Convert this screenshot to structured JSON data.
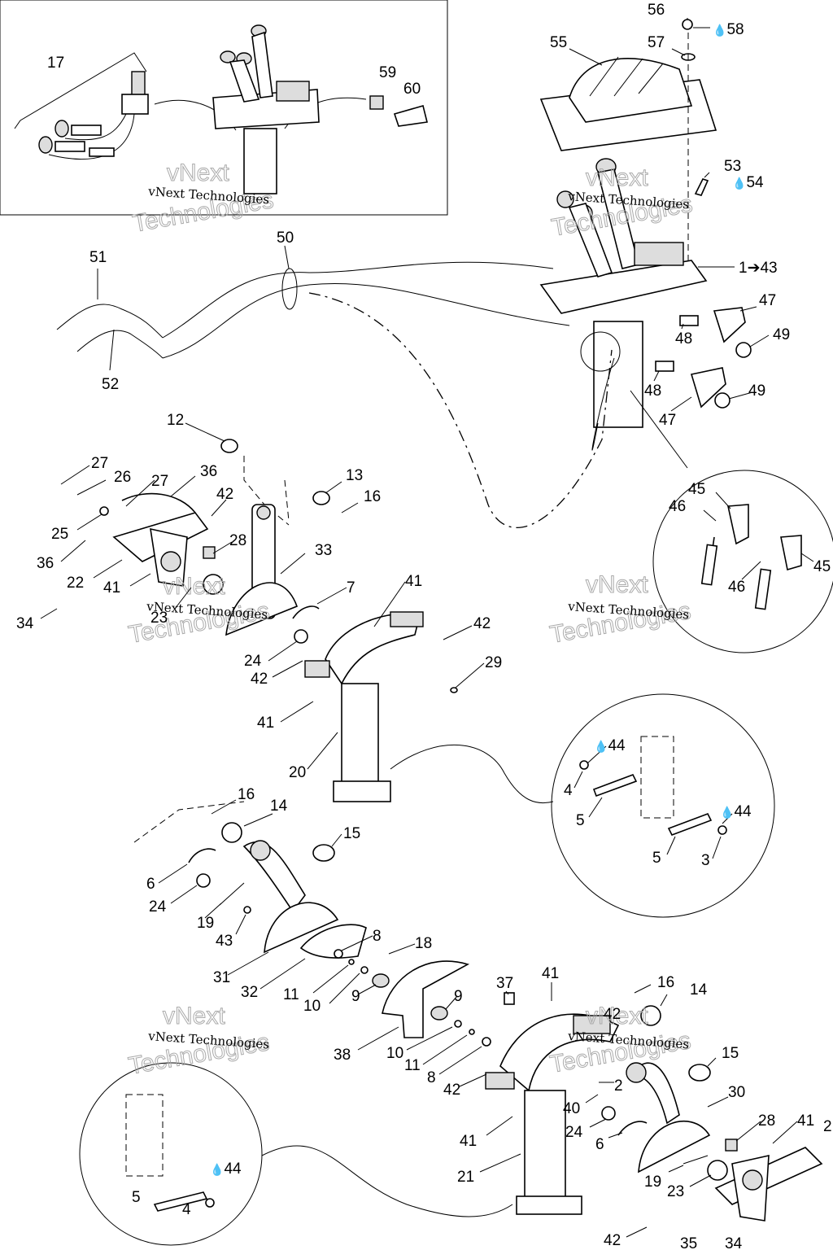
{
  "watermark": {
    "line1": "vNext Technologies",
    "line2": "vNext",
    "line3": "Technologies"
  },
  "callouts": [
    {
      "id": "c17",
      "text": "17"
    },
    {
      "id": "c59",
      "text": "59"
    },
    {
      "id": "c60",
      "text": "60"
    },
    {
      "id": "c56",
      "text": "56"
    },
    {
      "id": "c58",
      "text": "58"
    },
    {
      "id": "c55",
      "text": "55"
    },
    {
      "id": "c57",
      "text": "57"
    },
    {
      "id": "c53",
      "text": "53"
    },
    {
      "id": "c54",
      "text": "54"
    },
    {
      "id": "c1_43",
      "text": "1➔43"
    },
    {
      "id": "c50",
      "text": "50"
    },
    {
      "id": "c51",
      "text": "51"
    },
    {
      "id": "c52",
      "text": "52"
    },
    {
      "id": "c47a",
      "text": "47"
    },
    {
      "id": "c48a",
      "text": "48"
    },
    {
      "id": "c49a",
      "text": "49"
    },
    {
      "id": "c48b",
      "text": "48"
    },
    {
      "id": "c49b",
      "text": "49"
    },
    {
      "id": "c47b",
      "text": "47"
    },
    {
      "id": "c12",
      "text": "12"
    },
    {
      "id": "c27a",
      "text": "27"
    },
    {
      "id": "c26",
      "text": "26"
    },
    {
      "id": "c27b",
      "text": "27"
    },
    {
      "id": "c36a",
      "text": "36"
    },
    {
      "id": "c42a",
      "text": "42"
    },
    {
      "id": "c13",
      "text": "13"
    },
    {
      "id": "c16a",
      "text": "16"
    },
    {
      "id": "c25",
      "text": "25"
    },
    {
      "id": "c28a",
      "text": "28"
    },
    {
      "id": "c36b",
      "text": "36"
    },
    {
      "id": "c33",
      "text": "33"
    },
    {
      "id": "c22",
      "text": "22"
    },
    {
      "id": "c41a",
      "text": "41"
    },
    {
      "id": "c23a",
      "text": "23"
    },
    {
      "id": "c34a",
      "text": "34"
    },
    {
      "id": "c7",
      "text": "7"
    },
    {
      "id": "c41b",
      "text": "41"
    },
    {
      "id": "c42b",
      "text": "42"
    },
    {
      "id": "c24a",
      "text": "24"
    },
    {
      "id": "c42c",
      "text": "42"
    },
    {
      "id": "c29",
      "text": "29"
    },
    {
      "id": "c41c",
      "text": "41"
    },
    {
      "id": "c20",
      "text": "20"
    },
    {
      "id": "c45a",
      "text": "45"
    },
    {
      "id": "c46a",
      "text": "46"
    },
    {
      "id": "c45b",
      "text": "45"
    },
    {
      "id": "c46b",
      "text": "46"
    },
    {
      "id": "c44a",
      "text": "44"
    },
    {
      "id": "c4a",
      "text": "4"
    },
    {
      "id": "c5a",
      "text": "5"
    },
    {
      "id": "c44b",
      "text": "44"
    },
    {
      "id": "c5b",
      "text": "5"
    },
    {
      "id": "c3",
      "text": "3"
    },
    {
      "id": "c16b",
      "text": "16"
    },
    {
      "id": "c14a",
      "text": "14"
    },
    {
      "id": "c15a",
      "text": "15"
    },
    {
      "id": "c6a",
      "text": "6"
    },
    {
      "id": "c24b",
      "text": "24"
    },
    {
      "id": "c19a",
      "text": "19"
    },
    {
      "id": "c43",
      "text": "43"
    },
    {
      "id": "c8a",
      "text": "8"
    },
    {
      "id": "c31",
      "text": "31"
    },
    {
      "id": "c18",
      "text": "18"
    },
    {
      "id": "c32",
      "text": "32"
    },
    {
      "id": "c11a",
      "text": "11"
    },
    {
      "id": "c10a",
      "text": "10"
    },
    {
      "id": "c9a",
      "text": "9"
    },
    {
      "id": "c9b",
      "text": "9"
    },
    {
      "id": "c37",
      "text": "37"
    },
    {
      "id": "c41d",
      "text": "41"
    },
    {
      "id": "c16c",
      "text": "16"
    },
    {
      "id": "c42d",
      "text": "42"
    },
    {
      "id": "c14b",
      "text": "14"
    },
    {
      "id": "c38",
      "text": "38"
    },
    {
      "id": "c10b",
      "text": "10"
    },
    {
      "id": "c11b",
      "text": "11"
    },
    {
      "id": "c8b",
      "text": "8"
    },
    {
      "id": "c42e",
      "text": "42"
    },
    {
      "id": "c15b",
      "text": "15"
    },
    {
      "id": "c2",
      "text": "2"
    },
    {
      "id": "c40",
      "text": "40"
    },
    {
      "id": "c24c",
      "text": "24"
    },
    {
      "id": "c30",
      "text": "30"
    },
    {
      "id": "c6b",
      "text": "6"
    },
    {
      "id": "c41e",
      "text": "41"
    },
    {
      "id": "c28b",
      "text": "28"
    },
    {
      "id": "c41f",
      "text": "41"
    },
    {
      "id": "c2b",
      "text": "2"
    },
    {
      "id": "c19b",
      "text": "19"
    },
    {
      "id": "c23b",
      "text": "23"
    },
    {
      "id": "c21",
      "text": "21"
    },
    {
      "id": "c44c",
      "text": "44"
    },
    {
      "id": "c5c",
      "text": "5"
    },
    {
      "id": "c4b",
      "text": "4"
    },
    {
      "id": "c42f",
      "text": "42"
    },
    {
      "id": "c35",
      "text": "35"
    },
    {
      "id": "c34b",
      "text": "34"
    }
  ],
  "drop_glyph": "💧"
}
